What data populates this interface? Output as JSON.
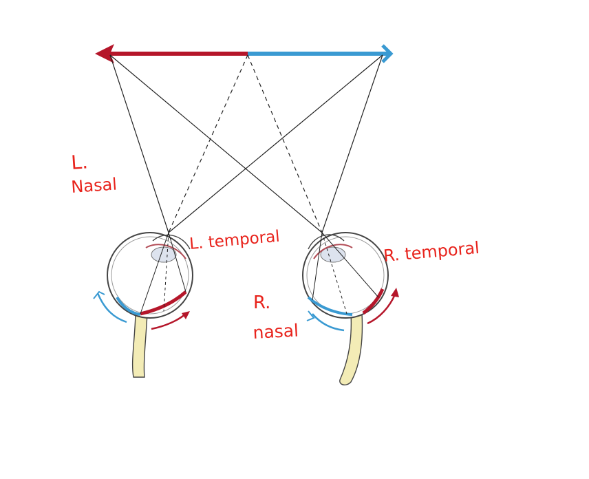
{
  "labels": {
    "left_nasal_line1": "L.",
    "left_nasal_line2": "Nasal",
    "left_temporal": "L. temporal",
    "right_nasal_line1": "R.",
    "right_nasal_line2": "nasal",
    "right_temporal": "R. temporal"
  },
  "colors": {
    "red_field": "#b5162a",
    "blue_field": "#3a9ad2",
    "annotation": "#e8231c",
    "nerve_fill": "#f3ecb6",
    "line": "#222222"
  },
  "icons": {
    "arrow_head": "arrow-left-head",
    "tail": "fletching-tail"
  }
}
